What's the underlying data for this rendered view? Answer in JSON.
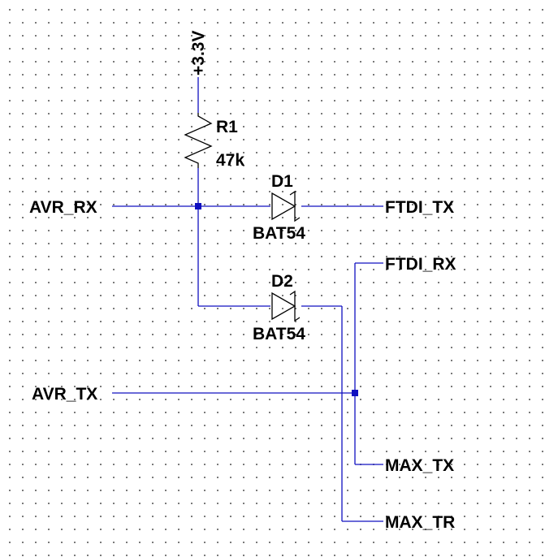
{
  "power": {
    "label": "+3.3V"
  },
  "resistor": {
    "ref": "R1",
    "value": "47k"
  },
  "diode1": {
    "ref": "D1",
    "part": "BAT54"
  },
  "diode2": {
    "ref": "D2",
    "part": "BAT54"
  },
  "nets": {
    "avr_rx": "AVR_RX",
    "avr_tx": "AVR_TX",
    "ftdi_tx": "FTDI_TX",
    "ftdi_rx": "FTDI_RX",
    "max_tx": "MAX_TX",
    "max_tr": "MAX_TR"
  },
  "colors": {
    "wire": "#1010c0",
    "component": "#000000",
    "grid_dot": "#606060",
    "background": "#ffffff"
  }
}
